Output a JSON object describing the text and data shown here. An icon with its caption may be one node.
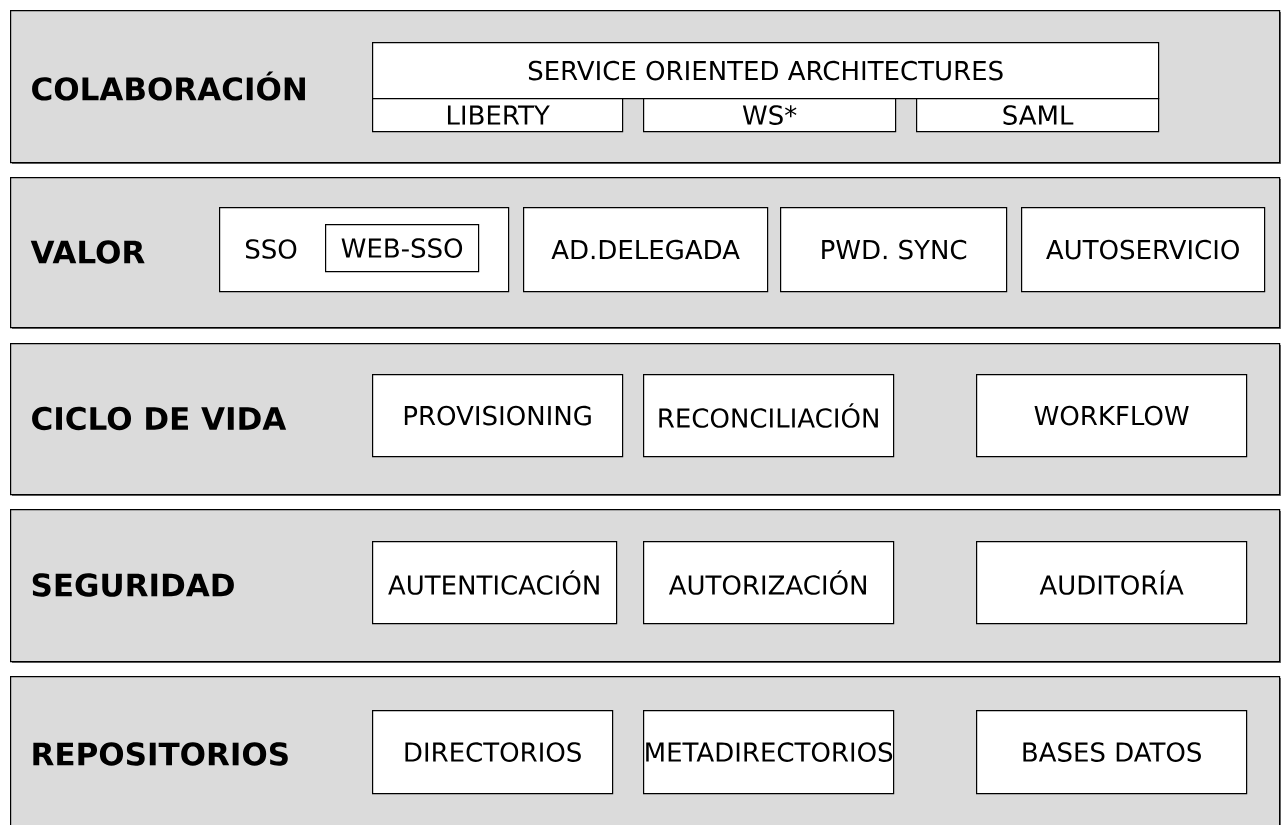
{
  "diagram": {
    "nodes": [
      {
        "text": [
          "COLABORACIÓN"
        ]
      },
      {
        "text": [
          "SERVICE ORIENTED ARCHITECTURES"
        ],
        "in": 0
      },
      {
        "text": [
          "LIBERTY"
        ],
        "in": 0
      },
      {
        "text": [
          "WS*"
        ],
        "in": 0
      },
      {
        "text": [
          "SAML"
        ],
        "in": 0
      },
      {
        "text": [
          "VALOR"
        ]
      },
      {
        "text": [
          "SSO"
        ],
        "in": 5
      },
      {
        "text": [
          "WEB-SSO"
        ],
        "in": 6
      },
      {
        "text": [
          "AD.DELEGADA"
        ],
        "in": 5
      },
      {
        "text": [
          "PWD. SYNC"
        ],
        "in": 5
      },
      {
        "text": [
          "AUTOSERVICIO"
        ],
        "in": 5
      },
      {
        "text": [
          "CICLO DE VIDA"
        ]
      },
      {
        "text": [
          "PROVISIONING"
        ],
        "in": 11
      },
      {
        "text": [
          "RECONCILIACIÓN"
        ],
        "in": 11
      },
      {
        "text": [
          "WORKFLOW"
        ],
        "in": 11
      },
      {
        "text": [
          "SEGURIDAD"
        ]
      },
      {
        "text": [
          "AUTENTICACIÓN"
        ],
        "in": 15
      },
      {
        "text": [
          "AUTORIZACIÓN"
        ],
        "in": 15
      },
      {
        "text": [
          "AUDITORÍA"
        ],
        "in": 15
      },
      {
        "text": [
          "REPOSITORIOS"
        ]
      },
      {
        "text": [
          "DIRECTORIOS"
        ],
        "in": 19
      },
      {
        "text": [
          "METADIRECTORIOS"
        ],
        "in": 19
      },
      {
        "text": [
          "BASES DATOS"
        ],
        "in": 19
      }
    ]
  }
}
